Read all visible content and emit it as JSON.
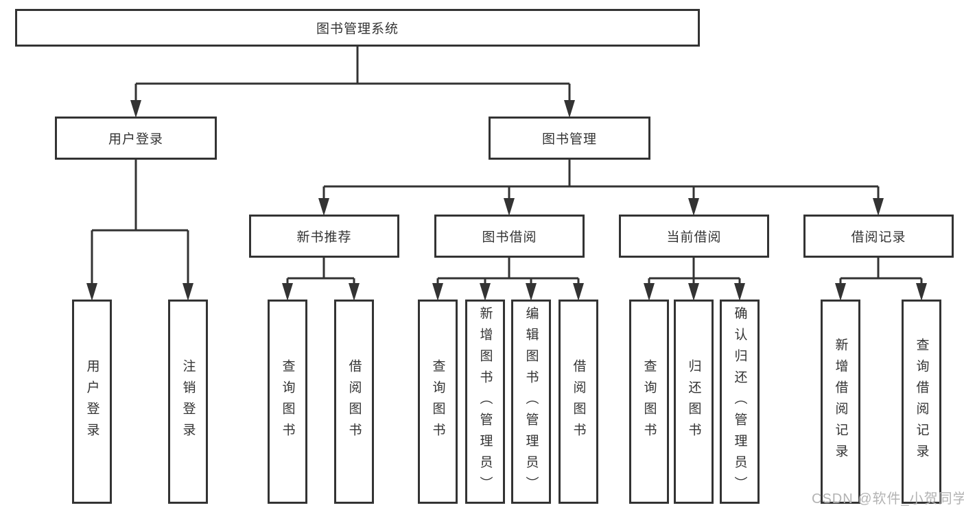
{
  "colors": {
    "line": "#333333",
    "box_bg": "#ffffff",
    "text": "#333333",
    "watermark": "#b3b3b3"
  },
  "watermark": {
    "text": "CSDN @软件_小贺同学"
  },
  "tree": {
    "root": {
      "label": "图书管理系统"
    },
    "children": [
      {
        "label": "用户登录",
        "children": [
          {
            "label": "用户登录"
          },
          {
            "label": "注销登录"
          }
        ]
      },
      {
        "label": "图书管理",
        "children": [
          {
            "label": "新书推荐",
            "children": [
              {
                "label": "查询图书"
              },
              {
                "label": "借阅图书"
              }
            ]
          },
          {
            "label": "图书借阅",
            "children": [
              {
                "label": "查询图书"
              },
              {
                "label": "新增图书（管理员）"
              },
              {
                "label": "编辑图书（管理员）"
              },
              {
                "label": "借阅图书"
              }
            ]
          },
          {
            "label": "当前借阅",
            "children": [
              {
                "label": "查询图书"
              },
              {
                "label": "归还图书"
              },
              {
                "label": "确认归还（管理员）"
              }
            ]
          },
          {
            "label": "借阅记录",
            "children": [
              {
                "label": "新增借阅记录"
              },
              {
                "label": "查询借阅记录"
              }
            ]
          }
        ]
      }
    ]
  }
}
